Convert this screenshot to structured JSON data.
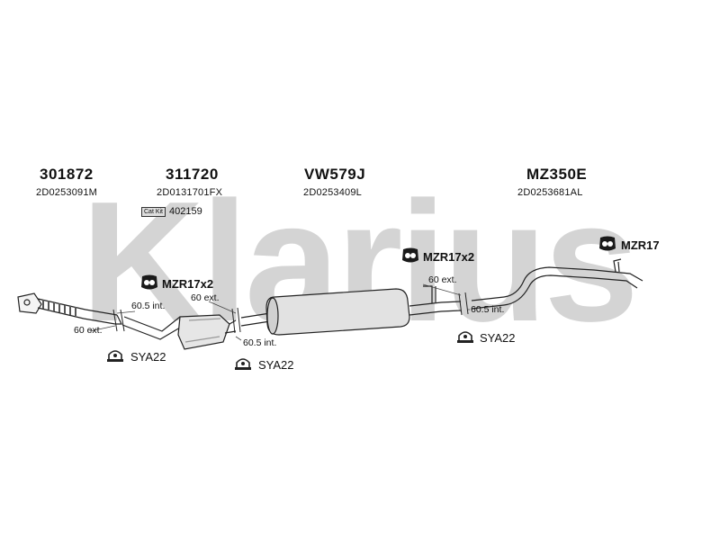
{
  "watermark": {
    "text": "Klarius",
    "color": "#d4d4d4"
  },
  "parts": [
    {
      "code": "301872",
      "ref": "2D0253091M"
    },
    {
      "code": "311720",
      "ref": "2D0131701FX"
    },
    {
      "code": "VW579J",
      "ref": "2D0253409L"
    },
    {
      "code": "MZ350E",
      "ref": "2D0253681AL"
    }
  ],
  "cat_kit": {
    "badge": "Cat Kit",
    "number": "402159"
  },
  "fittings": {
    "mzr17x2_a": "MZR17x2",
    "mzr17x2_b": "MZR17x2",
    "mzr17": "MZR17",
    "sya22_a": "SYA22",
    "sya22_b": "SYA22",
    "sya22_c": "SYA22"
  },
  "dimensions": {
    "d1_int": "60.5 int.",
    "d1_ext": "60 ext.",
    "d2_ext": "60 ext.",
    "d2_int": "60.5 int.",
    "d3_ext": "60 ext.",
    "d3_int": "60.5 int."
  }
}
